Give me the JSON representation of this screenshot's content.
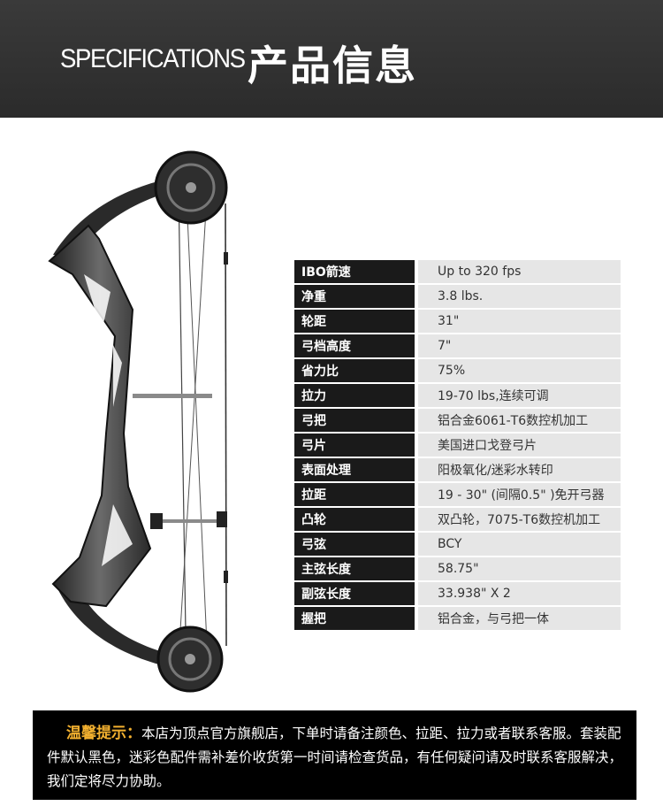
{
  "header": {
    "title_en": "SPECIFICATIONS",
    "title_zh": "产品信息"
  },
  "specs": [
    {
      "label": "IBO箭速",
      "value": "Up to 320 fps"
    },
    {
      "label": "净重",
      "value": "3.8 lbs."
    },
    {
      "label": "轮距",
      "value": "31\""
    },
    {
      "label": "弓档高度",
      "value": "7\""
    },
    {
      "label": "省力比",
      "value": "75%"
    },
    {
      "label": "拉力",
      "value": "19-70 lbs,连续可调"
    },
    {
      "label": "弓把",
      "value": "铝合金6061-T6数控机加工"
    },
    {
      "label": "弓片",
      "value": "美国进口戈登弓片"
    },
    {
      "label": "表面处理",
      "value": "阳极氧化/迷彩水转印"
    },
    {
      "label": "拉距",
      "value": "19 - 30\" (间隔0.5\" )免开弓器"
    },
    {
      "label": "凸轮",
      "value": "双凸轮，7075-T6数控机加工"
    },
    {
      "label": "弓弦",
      "value": "BCY"
    },
    {
      "label": "主弦长度",
      "value": "58.75\""
    },
    {
      "label": "副弦长度",
      "value": "33.938\" X 2"
    },
    {
      "label": "握把",
      "value": "铝合金，与弓把一体"
    }
  ],
  "notice": {
    "lead": "温馨提示：",
    "text": "本店为顶点官方旗舰店，下单时请备注颜色、拉距、拉力或者联系客服。套装配件默认黑色，迷彩色配件需补差价收货第一时间请检查货品，有任何疑问请及时联系客服解决，我们定将尽力协助。"
  },
  "colors": {
    "header_bg": "#2b2b2b",
    "label_bg": "#1a1a1a",
    "value_bg": "#e6e6e6",
    "notice_bg": "#000000",
    "notice_lead": "#f2b02f"
  }
}
